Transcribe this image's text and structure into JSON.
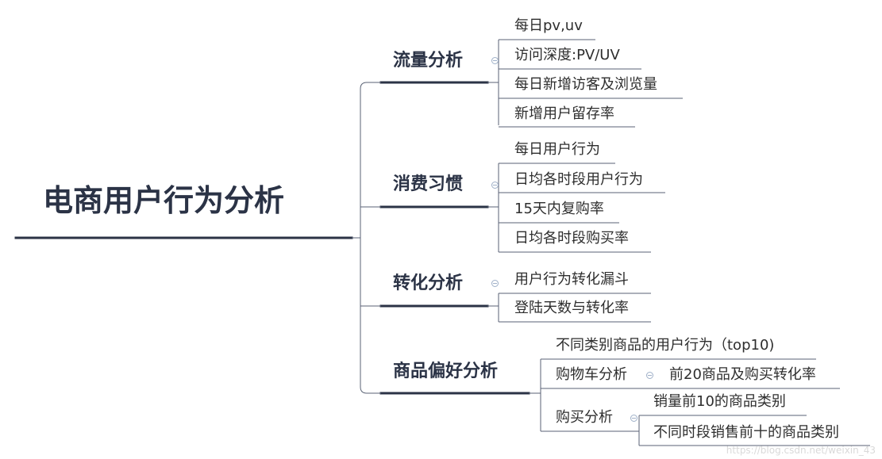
{
  "root": {
    "label": "电商用户行为分析"
  },
  "branches": [
    {
      "label": "流量分析",
      "leaves": [
        "每日pv,uv",
        "访问深度:PV/UV",
        "每日新增访客及浏览量",
        "新增用户留存率"
      ]
    },
    {
      "label": "消费习惯",
      "leaves": [
        "每日用户行为",
        "日均各时段用户行为",
        "15天内复购率",
        "日均各时段购买率"
      ]
    },
    {
      "label": "转化分析",
      "leaves": [
        "用户行为转化漏斗",
        "登陆天数与转化率"
      ]
    },
    {
      "label": "商品偏好分析",
      "leaf": "不同类别商品的用户行为（top10)",
      "cart": {
        "label": "购物车分析",
        "child": "前20商品及购买转化率"
      },
      "purchase": {
        "label": "购买分析",
        "children": [
          "销量前10的商品类别",
          "不同时段销售前十的商品类别"
        ]
      }
    }
  ],
  "watermark": "https://blog.csdn.net/weixin_43"
}
